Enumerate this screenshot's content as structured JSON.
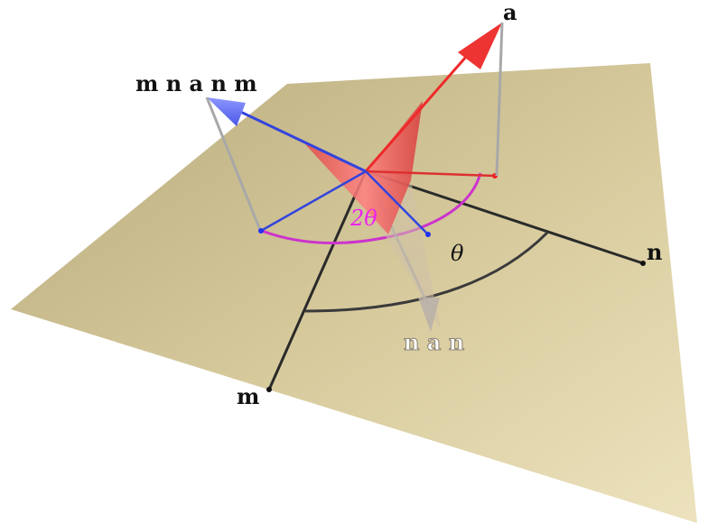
{
  "labels": {
    "a": "a",
    "n": "n",
    "m": "m",
    "mnanm": "m n a n m",
    "nan": "n a n",
    "theta": "θ",
    "two_theta": "2θ"
  },
  "colors": {
    "plane": "#d6c99c",
    "red": "#ee2a2a",
    "red_cone": "#f06a6a",
    "blue": "#3344dd",
    "blue_cone": "#6a77f0",
    "magenta": "#cc33cc",
    "gray": "#a8a8a8",
    "gray_ghost": "#bdb5aa",
    "black": "#2a2a2a",
    "label_magenta": "#ee22ee"
  }
}
